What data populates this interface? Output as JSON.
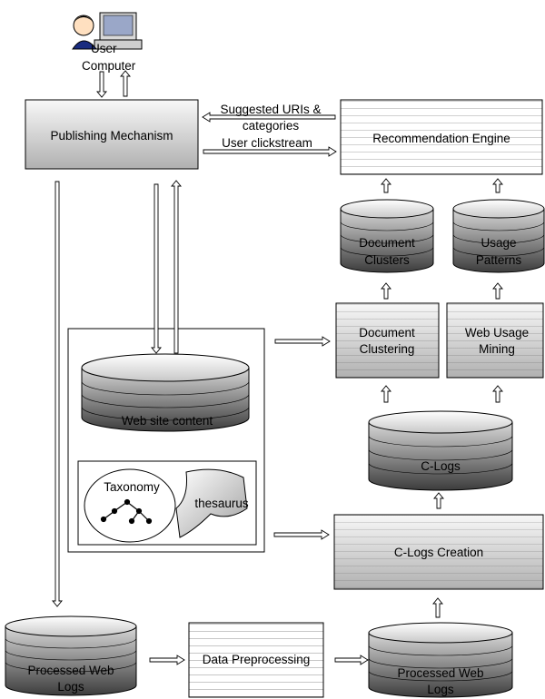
{
  "user": {
    "label_line1": "User",
    "label_line2": "Computer",
    "icon": "user-at-computer-icon"
  },
  "publishing_mechanism": {
    "label": "Publishing Mechanism"
  },
  "arrow_labels": {
    "suggested_line1": "Suggested URIs &",
    "suggested_line2": "categories",
    "clickstream": "User clickstream"
  },
  "recommendation_engine": {
    "label": "Recommendation Engine"
  },
  "document_clusters": {
    "line1": "Document",
    "line2": "Clusters"
  },
  "usage_patterns": {
    "line1": "Usage",
    "line2": "Patterns"
  },
  "document_clustering": {
    "line1": "Document",
    "line2": "Clustering"
  },
  "web_usage_mining": {
    "line1": "Web Usage",
    "line2": "Mining"
  },
  "web_site_content": {
    "label": "Web site content"
  },
  "taxonomy": {
    "label": "Taxonomy"
  },
  "thesaurus": {
    "label": "thesaurus"
  },
  "clogs": {
    "label": "C-Logs"
  },
  "clogs_creation": {
    "label": "C-Logs Creation"
  },
  "processed_logs_left": {
    "line1": "Processed Web",
    "line2": "Logs"
  },
  "data_preprocessing": {
    "label": "Data Preprocessing"
  },
  "processed_logs_right": {
    "line1": "Processed Web",
    "line2": "Logs"
  },
  "colors": {
    "box_light": "#f4f4f4",
    "box_dark": "#b4b4b4",
    "cyl_light": "#c8c8c8",
    "cyl_dark": "#4a4a4a",
    "outline": "#000000"
  }
}
